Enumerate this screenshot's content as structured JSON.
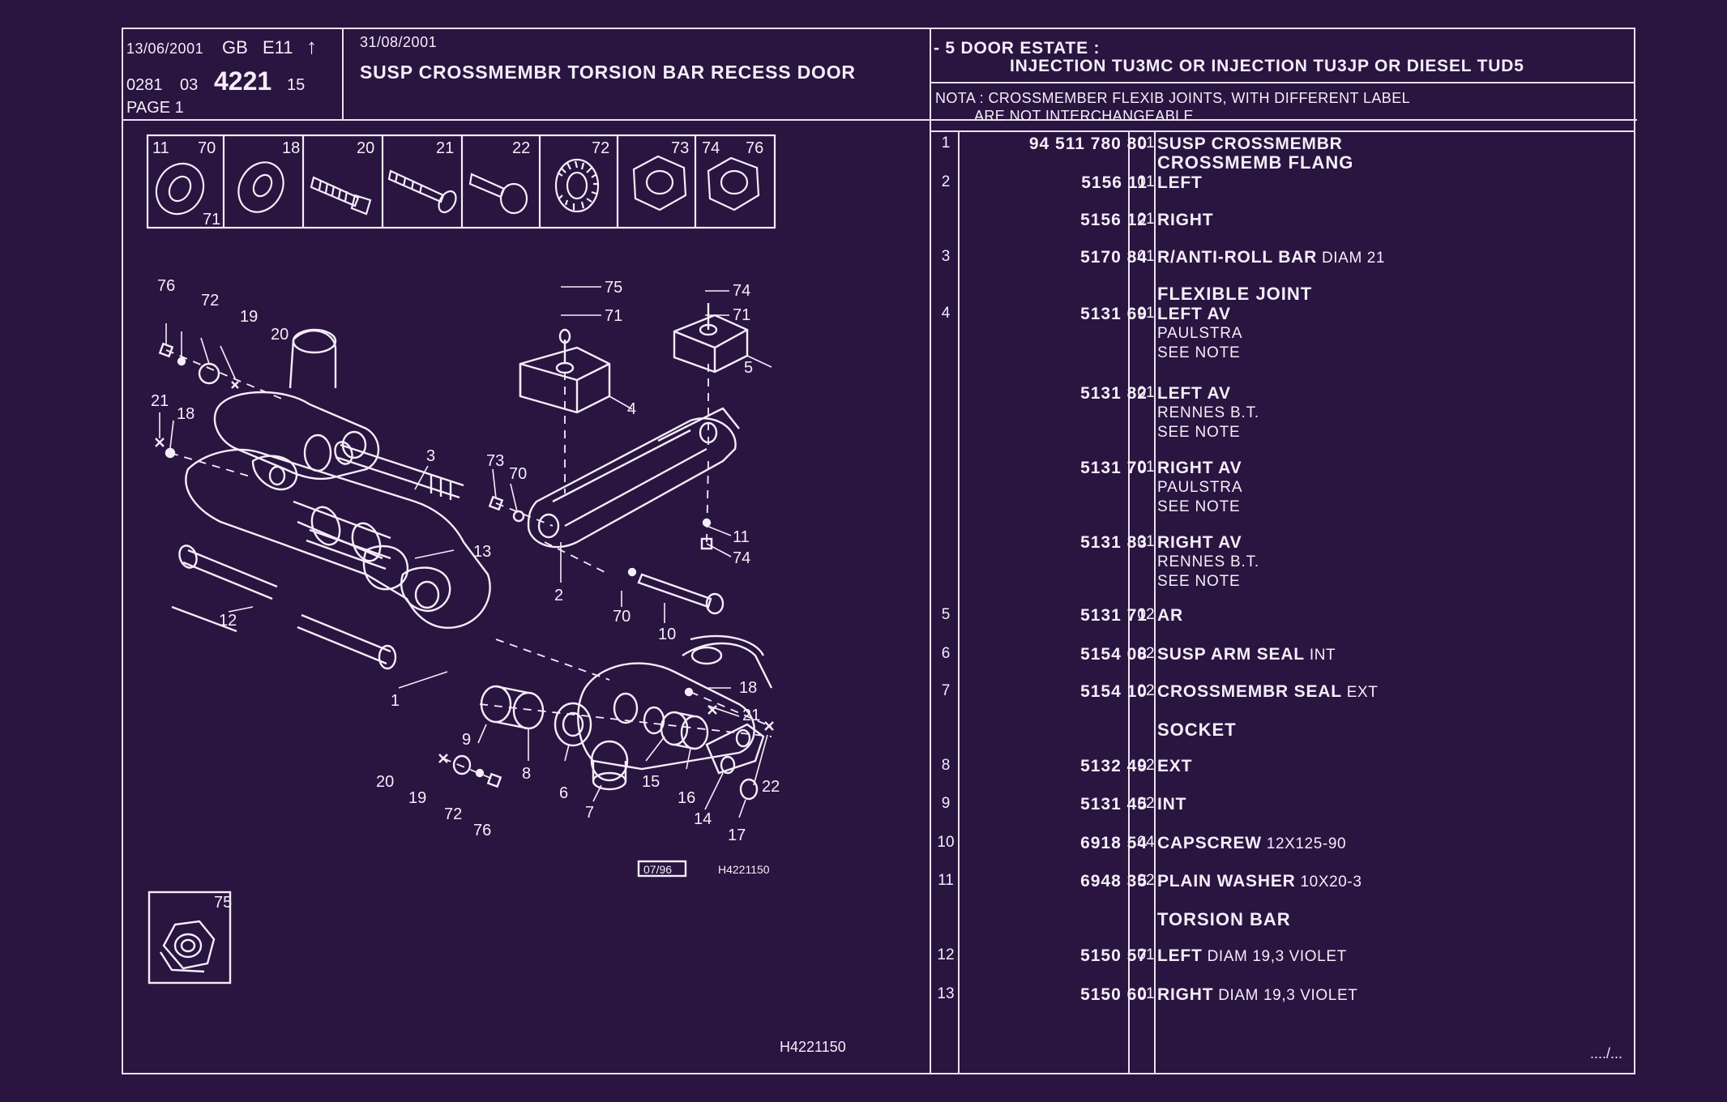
{
  "header": {
    "date1": "13/06/2001",
    "lang": "GB",
    "edition": "E11",
    "code_a": "0281",
    "code_b": "03",
    "code_main": "4221",
    "code_c": "15",
    "page": "PAGE 1",
    "date2": "31/08/2001",
    "title": "SUSP CROSSMEMBR TORSION BAR RECESS DOOR",
    "applic_line1": "- 5 DOOR ESTATE :",
    "applic_line2": "INJECTION TU3MC OR  INJECTION TU3JP OR  DIESEL TUD5",
    "nota_line1": "NOTA : CROSSMEMBER FLEXIB JOINTS, WITH DIFFERENT LABEL",
    "nota_line2": "ARE NOT INTERCHANGEABLE"
  },
  "diagram": {
    "thumb_labels": [
      "11",
      "70",
      "71",
      "18",
      "20",
      "21",
      "22",
      "72",
      "73",
      "74",
      "76"
    ],
    "inset_label": "75",
    "stamp": "07/96",
    "code": "H4221150",
    "callouts": [
      "76",
      "72",
      "19",
      "20",
      "21",
      "18",
      "3",
      "73",
      "70",
      "75",
      "71",
      "4",
      "74",
      "71",
      "5",
      "2",
      "11",
      "74",
      "13",
      "12",
      "1",
      "70",
      "10",
      "9",
      "8",
      "6",
      "7",
      "15",
      "16",
      "14",
      "17",
      "22",
      "21",
      "18",
      "20",
      "19",
      "72",
      "76"
    ]
  },
  "footer": {
    "code": "H4221150",
    "continue": "..../..."
  },
  "parts": [
    {
      "pos": "1",
      "ref": "94 511 780 80",
      "qty": "01",
      "desc": "SUSP CROSSMEMBR",
      "sub": ""
    },
    {
      "group": "CROSSMEMB FLANG"
    },
    {
      "pos": "2",
      "ref": "5156 11",
      "qty": "01",
      "desc": "LEFT",
      "sub": ""
    },
    {
      "pos": "",
      "ref": "5156 12",
      "qty": "01",
      "desc": "RIGHT",
      "sub": ""
    },
    {
      "pos": "3",
      "ref": "5170 84",
      "qty": "01",
      "desc": "R/ANTI-ROLL BAR",
      "sub": "DIAM 21"
    },
    {
      "group": "FLEXIBLE JOINT"
    },
    {
      "pos": "4",
      "ref": "5131 69",
      "qty": "01",
      "desc": "LEFT AV",
      "sub": "",
      "notes": [
        "PAULSTRA",
        "SEE NOTE"
      ]
    },
    {
      "pos": "",
      "ref": "5131 82",
      "qty": "01",
      "desc": "LEFT AV",
      "sub": "",
      "notes": [
        "RENNES B.T.",
        "SEE NOTE"
      ]
    },
    {
      "pos": "",
      "ref": "5131 70",
      "qty": "01",
      "desc": "RIGHT AV",
      "sub": "",
      "notes": [
        "PAULSTRA",
        "SEE NOTE"
      ]
    },
    {
      "pos": "",
      "ref": "5131 83",
      "qty": "01",
      "desc": "RIGHT AV",
      "sub": "",
      "notes": [
        "RENNES B.T.",
        "SEE NOTE"
      ]
    },
    {
      "pos": "5",
      "ref": "5131 71",
      "qty": "02",
      "desc": "AR",
      "sub": ""
    },
    {
      "pos": "6",
      "ref": "5154 08",
      "qty": "02",
      "desc": "SUSP ARM SEAL",
      "sub": "INT"
    },
    {
      "pos": "7",
      "ref": "5154 10",
      "qty": "02",
      "desc": "CROSSMEMBR SEAL",
      "sub": "EXT"
    },
    {
      "group": "SOCKET"
    },
    {
      "pos": "8",
      "ref": "5132 49",
      "qty": "02",
      "desc": "EXT",
      "sub": ""
    },
    {
      "pos": "9",
      "ref": "5131 45",
      "qty": "02",
      "desc": "INT",
      "sub": ""
    },
    {
      "pos": "10",
      "ref": "6918 54",
      "qty": "04",
      "desc": "CAPSCREW",
      "sub": "12X125-90"
    },
    {
      "pos": "11",
      "ref": "6948 35",
      "qty": "02",
      "desc": "PLAIN WASHER",
      "sub": "10X20-3"
    },
    {
      "group": "TORSION BAR"
    },
    {
      "pos": "12",
      "ref": "5150 57",
      "qty": "01",
      "desc": "LEFT",
      "sub": "DIAM 19,3 VIOLET"
    },
    {
      "pos": "13",
      "ref": "5150 60",
      "qty": "01",
      "desc": "RIGHT",
      "sub": "DIAM 19,3 VIOLET"
    }
  ]
}
